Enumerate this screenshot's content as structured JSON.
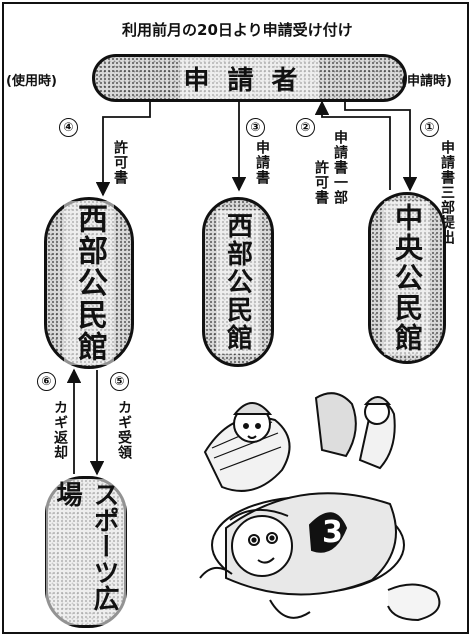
{
  "header": {
    "note": "利用前月の20日より申請受け付け"
  },
  "applicant_box": {
    "label": "申請者"
  },
  "side_labels": {
    "left": "(使用時)",
    "right": "(申請時)"
  },
  "steps": [
    {
      "number": "④",
      "text": "許可書"
    },
    {
      "number": "③",
      "text": "申請書"
    },
    {
      "number": "②",
      "text": "申請書一部許可書"
    },
    {
      "number": "①",
      "text": "申請書三部提出"
    },
    {
      "number": "⑥",
      "text": "カギ返却"
    },
    {
      "number": "⑤",
      "text": "カギ受領"
    }
  ],
  "step2_lines": [
    "申請書一部",
    "許可書"
  ],
  "locations": {
    "west": "西部公民館",
    "west2": "西部公民館",
    "central": "中央公民館",
    "sports": "スポーツ広場"
  },
  "illustration": {
    "subject": "baseball players sliding into base"
  }
}
